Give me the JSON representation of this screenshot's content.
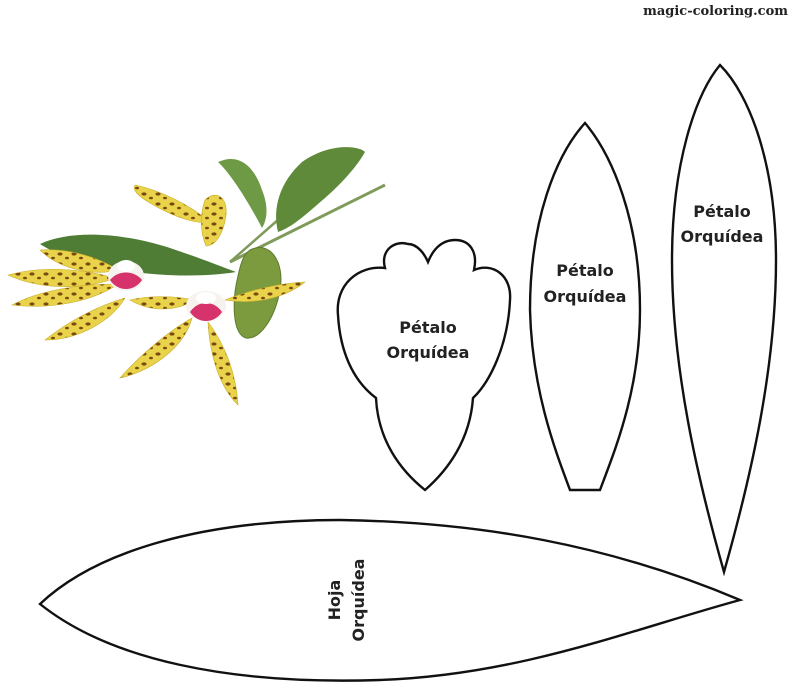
{
  "watermark": "magic-coloring.com",
  "labels": {
    "petal_wide_line1": "Pétalo",
    "petal_wide_line2": "Orquídea",
    "petal_medium_line1": "Pétalo",
    "petal_medium_line2": "Orquídea",
    "petal_tall_line1": "Pétalo",
    "petal_tall_line2": "Orquídea",
    "leaf_line1": "Hoja",
    "leaf_line2": "Orquídea"
  },
  "colors": {
    "outline": "#111111",
    "petal_yellow": "#e9d34a",
    "spot_brown": "#7a4a12",
    "leaf_green": "#6f9a45",
    "lip_pink": "#d6336c"
  },
  "illustration": "orchid-photo-icon"
}
